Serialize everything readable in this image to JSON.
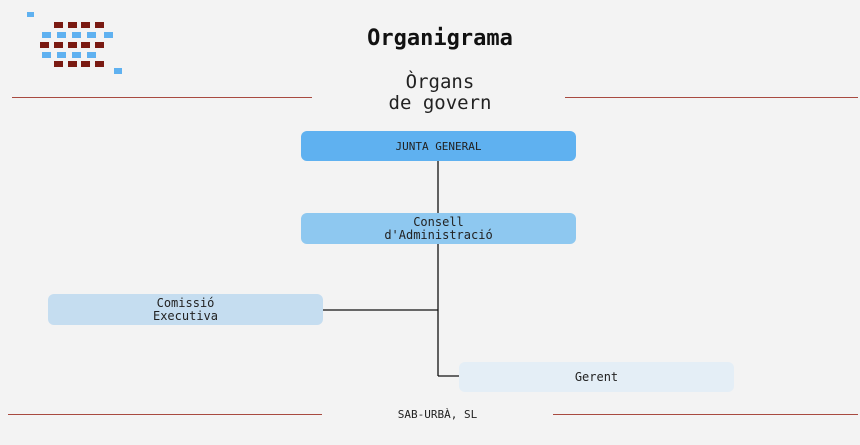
{
  "header": {
    "title": "Organigrama",
    "subtitle": "Òrgans\nde govern"
  },
  "nodes": [
    {
      "id": "junta-general",
      "label": "JUNTA GENERAL",
      "color": "#5fb1f0"
    },
    {
      "id": "consell-administracio",
      "label": "Consell\nd'Administració",
      "color": "#8ec8f0"
    },
    {
      "id": "comissio-executiva",
      "label": "Comissió\nExecutiva",
      "color": "#c5ddf0"
    },
    {
      "id": "gerent",
      "label": "Gerent",
      "color": "#e4eef6"
    }
  ],
  "footer": {
    "company": "SAB-URBÀ, SL"
  },
  "colors": {
    "rule": "#a84a40",
    "logo_dark": "#7a1a12",
    "logo_light": "#5fb1f0"
  }
}
